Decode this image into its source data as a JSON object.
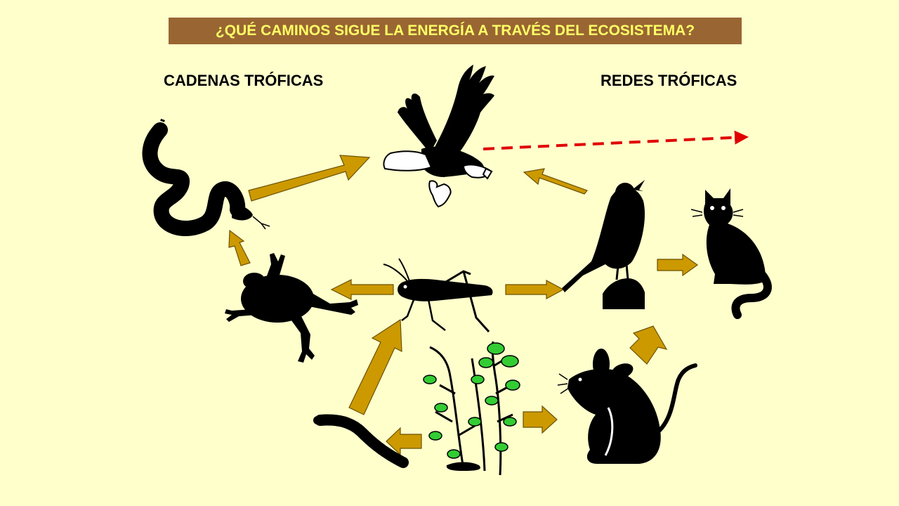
{
  "slide": {
    "title": "¿QUÉ CAMINOS SIGUE LA ENERGÍA A TRAVÉS DEL ECOSISTEMA?",
    "heading_left": "CADENAS TRÓFICAS",
    "heading_right": "REDES TRÓFICAS"
  },
  "colors": {
    "background": "#FFFFCC",
    "title_bar": "#996633",
    "title_text": "#FFFF66",
    "arrow_fill": "#CC9900",
    "silhouette": "#000000",
    "dashed_arrow": "#E00000",
    "leaf_green": "#33CC33"
  },
  "organisms": [
    "eagle-icon",
    "snake-icon",
    "frog-icon",
    "grasshopper-icon",
    "plant-icon",
    "caterpillar-icon",
    "mouse-icon",
    "bird-icon",
    "cat-icon"
  ]
}
